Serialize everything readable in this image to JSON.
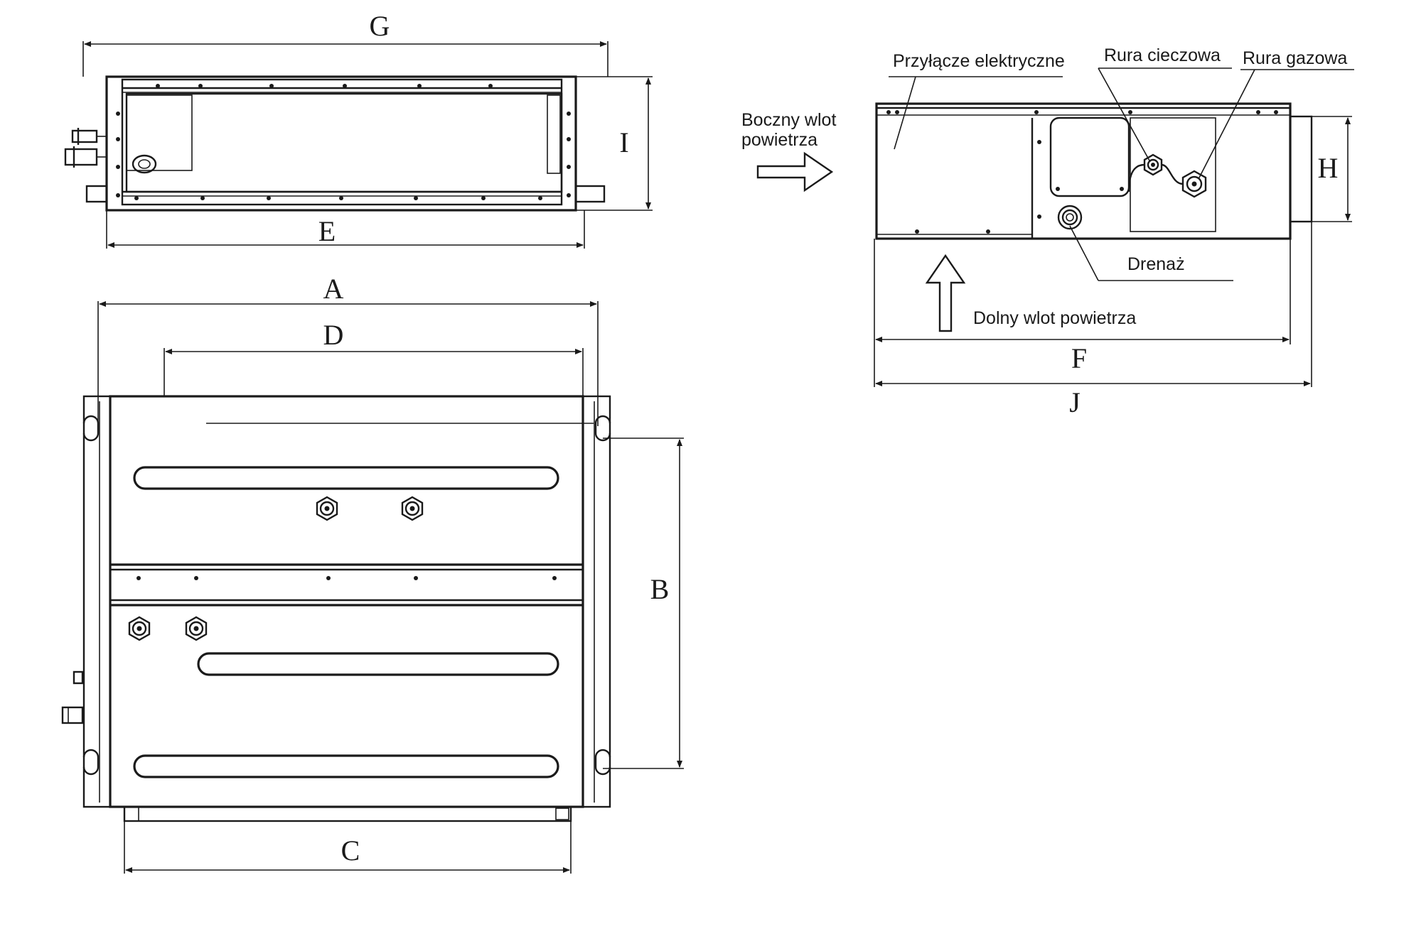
{
  "diagram": {
    "dimensions": {
      "G": "G",
      "I": "I",
      "E": "E",
      "A": "A",
      "D": "D",
      "B": "B",
      "C": "C",
      "H": "H",
      "F": "F",
      "J": "J"
    },
    "labels": {
      "electrical": "Przyłącze elektryczne",
      "liquid_pipe": "Rura cieczowa",
      "gas_pipe": "Rura gazowa",
      "side_inlet_line1": "Boczny wlot",
      "side_inlet_line2": "powietrza",
      "drain": "Drenaż",
      "bottom_inlet": "Dolny wlot powietrza"
    }
  }
}
